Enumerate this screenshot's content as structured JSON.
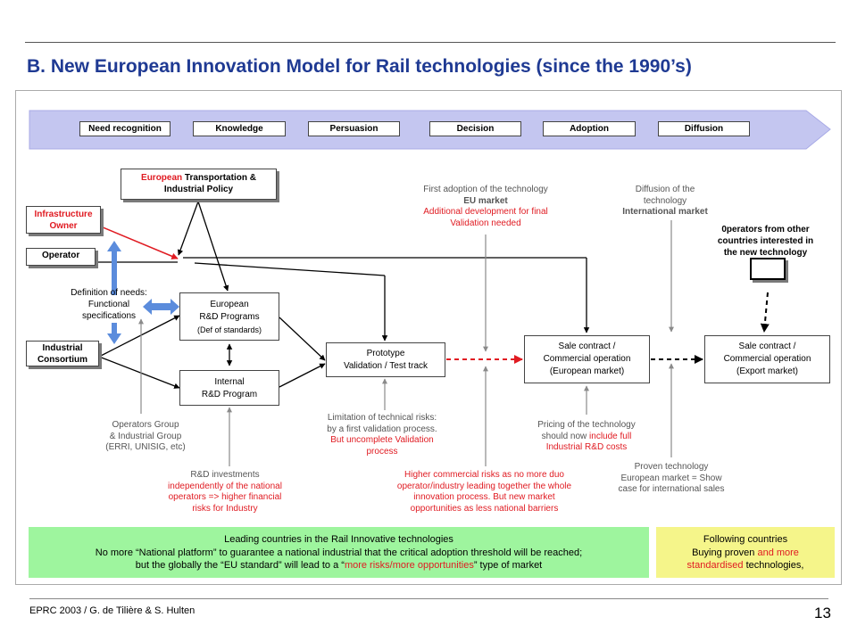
{
  "slide": {
    "title": "B. New European Innovation Model for Rail technologies (since the 1990’s)",
    "footer": "EPRC 2003 / G. de Tilière & S. Hulten",
    "page_number": "13"
  },
  "stages": [
    "Need recognition",
    "Knowledge",
    "Persuasion",
    "Decision",
    "Adoption",
    "Diffusion"
  ],
  "boxes": {
    "eu_policy": {
      "part1": "European",
      "part2": " Transportation &",
      "line2": "Industrial Policy"
    },
    "infra_owner": {
      "line1": "Infrastructure",
      "line2": "Owner"
    },
    "operator": "Operator",
    "industrial": {
      "line1": "Industrial",
      "line2": "Consortium"
    },
    "eu_rd": {
      "line1": "European",
      "line2": "R&D Programs",
      "line3": "(Def of standards)"
    },
    "internal_rd": {
      "line1": "Internal",
      "line2": "R&D Program"
    },
    "prototype": {
      "line1": "Prototype",
      "line2": "Validation / Test track"
    },
    "sale_eu": {
      "line1": "Sale contract /",
      "line2": "Commercial operation",
      "line3": "(European market)"
    },
    "sale_export": {
      "line1": "Sale contract /",
      "line2": "Commercial operation",
      "line3": "(Export market)"
    }
  },
  "labels": {
    "definition": [
      "Definition of needs:",
      "Functional",
      "specifications"
    ],
    "first_adoption": {
      "line1": "First adoption of the technology",
      "line2": "EU market",
      "line3": "Additional development for final",
      "line4": "Validation needed"
    },
    "diffusion_tech": {
      "line1": "Diffusion of the",
      "line2": "technology",
      "line3": "International market"
    },
    "operators_other": [
      "0perators from other",
      "countries interested in",
      "the new technology"
    ],
    "operators_group": [
      "Operators Group",
      "& Industrial Group",
      "(ERRI, UNISIG, etc)"
    ],
    "rd_investments": {
      "line1": "R&D  investments",
      "line2": "independently of the national",
      "line3": "operators => higher financial",
      "line4": "risks for Industry"
    },
    "limitation": {
      "line1": "Limitation of technical risks:",
      "line2": "by a first validation process.",
      "line3": "But uncomplete Validation",
      "line4": "process"
    },
    "higher_risks": [
      "Higher commercial risks as no more duo",
      "operator/industry leading together the whole",
      "innovation process. But new market",
      "opportunities as less national barriers"
    ],
    "pricing": {
      "line1": "Pricing of the technology",
      "line2a": "should now ",
      "line2b": "include full",
      "line3": "Industrial R&D  costs"
    },
    "proven": [
      "Proven technology",
      "European market = Show",
      "case for international sales"
    ]
  },
  "bottom": {
    "leading": {
      "title": "Leading countries in the Rail Innovative technologies",
      "line2": "No more “National platform” to guarantee a national industrial that the critical adoption threshold will be reached;",
      "line3a": "but the globally the “EU standard” will lead to a “",
      "line3b": "more risks/more opportunities",
      "line3c": "” type of market"
    },
    "following": {
      "title": "Following countries",
      "line2a": "Buying proven ",
      "line2b": "and more",
      "line3a": "standardised",
      "line3b": " technologies,"
    }
  },
  "colors": {
    "title": "#1f3a93",
    "arrow_band": "#c4c6f0",
    "blue_arrows": "#5b8cdc",
    "red": "#e01b22",
    "green_box": "#9ef59e",
    "yellow_box": "#f5f58a"
  }
}
